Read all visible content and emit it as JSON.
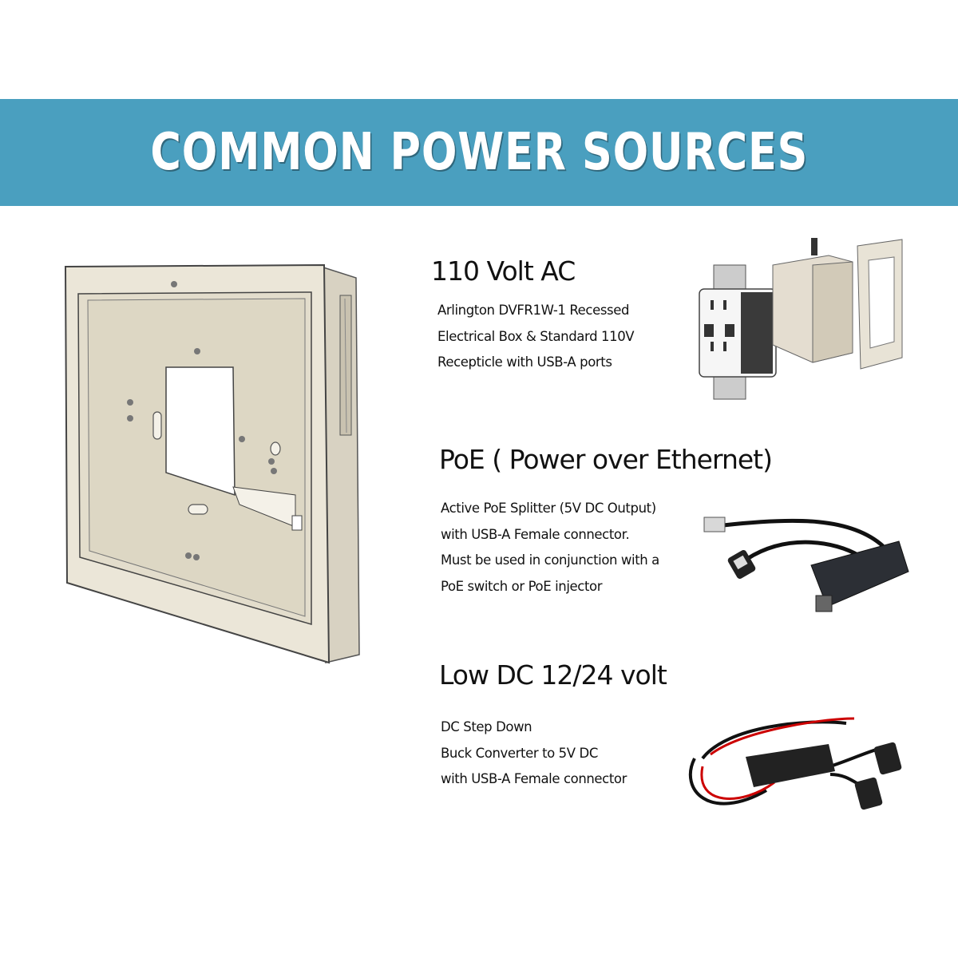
{
  "banner": {
    "title": "COMMON POWER SOURCES"
  },
  "sections": [
    {
      "title": "110 Volt AC",
      "lines": [
        "Arlington DVFR1W-1 Recessed",
        "Electrical Box & Standard 110V",
        "Recepticle with USB-A ports"
      ]
    },
    {
      "title": "PoE ( Power over Ethernet)",
      "lines": [
        "Active PoE Splitter (5V DC Output)",
        "with USB-A Female connector.",
        "Must be used in conjunction with a",
        "PoE switch or PoE injector"
      ]
    },
    {
      "title": "Low DC 12/24 volt",
      "lines": [
        "DC Step Down",
        "Buck Converter to 5V DC",
        "with USB-A Female connector"
      ]
    }
  ],
  "colors": {
    "banner": "#4a9fbf",
    "mount": "#e9e4d6"
  }
}
